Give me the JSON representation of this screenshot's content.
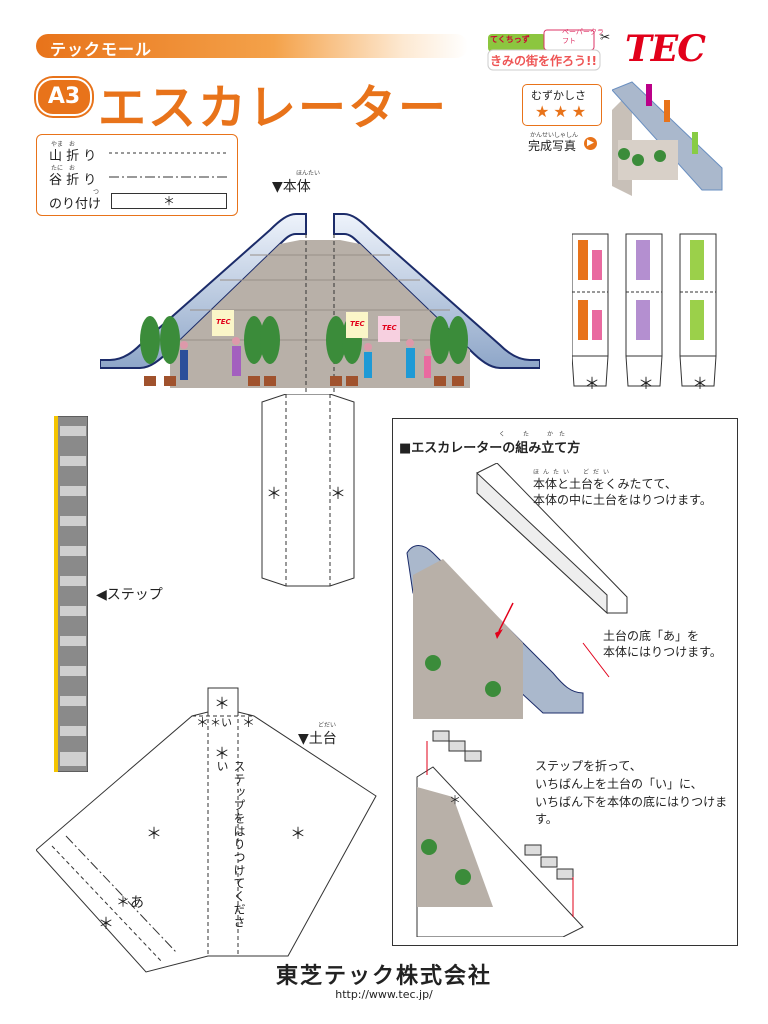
{
  "header": {
    "series": "テックモール",
    "code": "A3",
    "title": "エスカレーター",
    "brand": "TEC",
    "kit_logo_top": "ペーパークラフト",
    "kit_logo_main": "きみの街を作ろう!!",
    "kit_logo_side": "てくちっず"
  },
  "legend": {
    "mountain_ruby": "やま　お",
    "mountain": "山 折 り",
    "valley_ruby": "たに　お",
    "valley": "谷 折 り",
    "glue_ruby": "つ",
    "glue": "のり付け",
    "glue_mark": "＊"
  },
  "difficulty": {
    "label": "むずかしさ",
    "stars": "★★★",
    "photo_ruby": "かんせいしゃしん",
    "photo_label": "完成写真"
  },
  "parts": {
    "body_ruby": "ほんたい",
    "body": "▼本体",
    "steps": "◀ステップ",
    "base_ruby": "どだい",
    "base": "▼土台",
    "signs": [
      "TEC",
      "TEC",
      "TEC"
    ],
    "glue_marks": [
      "＊",
      "＊",
      "＊",
      "＊",
      "＊",
      "＊",
      "＊",
      "＊",
      "＊",
      "＊",
      "＊",
      "＊",
      "＊"
    ],
    "base_glue_i": "＊い",
    "base_glue_a": "＊あ",
    "base_vertical": "ステップをはりつけてください"
  },
  "instructions": {
    "heading_ruby": "く　た　かた",
    "heading": "■エスカレーターの組み立て方",
    "step1_ruby": "ほんたい　どだい",
    "step1_line1": "本体と土台をくみたてて、",
    "step1_line2": "本体の中に土台をはりつけます。",
    "step2_line1": "土台の底「あ」を",
    "step2_line2": "本体にはりつけます。",
    "step3_line1": "ステップを折って、",
    "step3_line2": "いちばん上を土台の「い」に、",
    "step3_line3": "いちばん下を本体の底にはりつけます。"
  },
  "footer": {
    "company": "東芝テック株式会社",
    "url": "http://www.tec.jp/"
  },
  "colors": {
    "accent": "#e8731a",
    "brand_red": "#e2001a",
    "brick": "#b8b0a8",
    "rail": "#6a8fc0",
    "tree": "#3b8c3a"
  }
}
